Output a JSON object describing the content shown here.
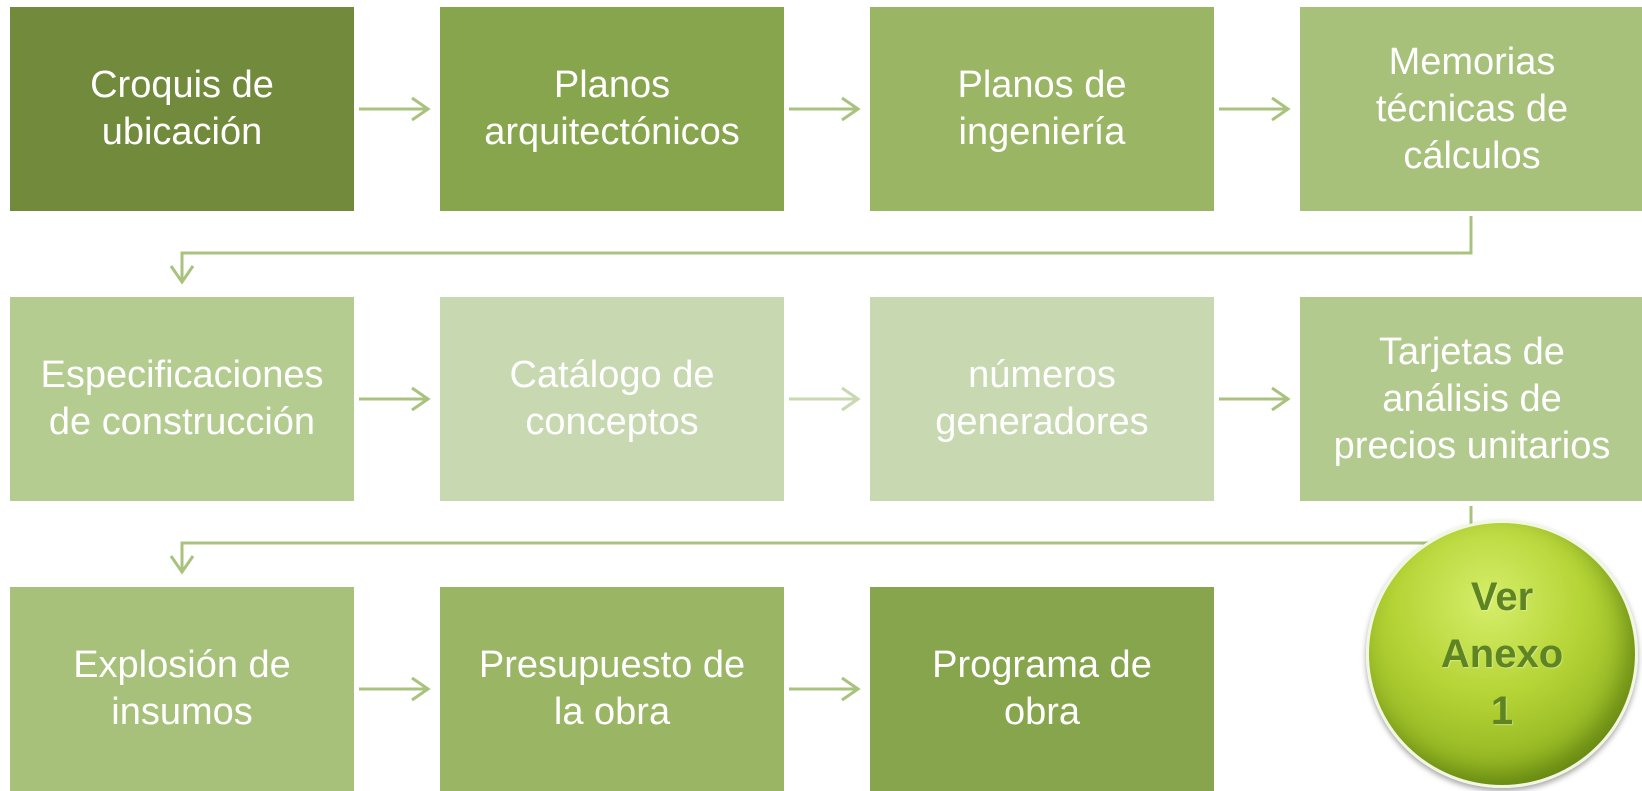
{
  "flow_steps": [
    {
      "label": "Croquis de\nubicación"
    },
    {
      "label": "Planos\narquitectónicos"
    },
    {
      "label": "Planos de\ningeniería"
    },
    {
      "label": "Memorias\ntécnicas de\ncálculos"
    },
    {
      "label": "Especificaciones\nde construcción"
    },
    {
      "label": "Catálogo de\nconceptos"
    },
    {
      "label": "números\ngeneradores"
    },
    {
      "label": "Tarjetas de\nanálisis de\nprecios unitarios"
    },
    {
      "label": "Explosión de\ninsumos"
    },
    {
      "label": "Presupuesto de\nla obra"
    },
    {
      "label": "Programa de\nobra"
    }
  ],
  "annex_button": {
    "label": "Ver\nAnexo\n1"
  },
  "colors": {
    "arrow": "#a9c27d",
    "arrow_light": "#c8d8b1",
    "dark_green": "#728a3c",
    "light_green": "#c8d8b1",
    "button_green": "#9bc22a"
  }
}
